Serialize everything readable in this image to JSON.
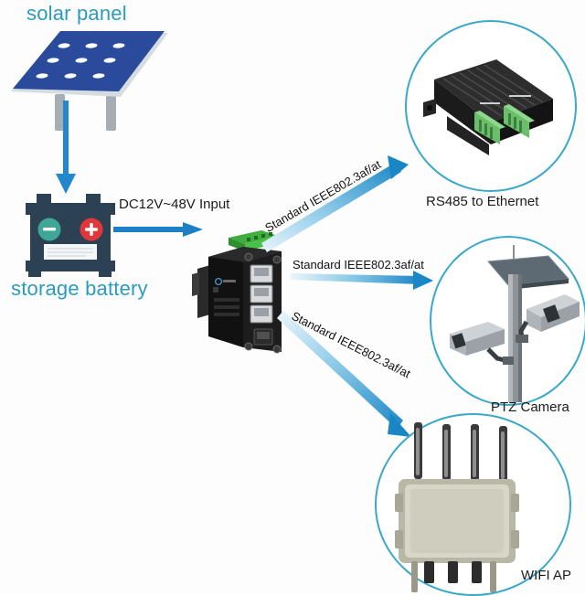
{
  "diagram": {
    "title_context": "Industrial PoE switch solar power application diagram",
    "labels": {
      "solar_panel": "solar panel",
      "storage_battery": "storage battery",
      "dc_input": "DC12V~48V Input",
      "rs485_to_ethernet": "RS485 to Ethernet",
      "ptz_camera": "PTZ Camera",
      "wifi_ap": "WIFI AP"
    },
    "connections": [
      {
        "name": "poe-to-rs485",
        "text": "Standard IEEE802.3af/at",
        "angle": -30
      },
      {
        "name": "poe-to-camera",
        "text": "Standard IEEE802.3af/at",
        "angle": 0
      },
      {
        "name": "poe-to-wifi",
        "text": "Standard IEEE802.3af/at",
        "angle": 27
      }
    ],
    "battery": {
      "minus_symbol": "−",
      "plus_symbol": "+"
    },
    "colors": {
      "caption_teal": "#2b9bbd",
      "circle_stroke": "#3aa8c8",
      "arrow_blue": "#1f7fc4",
      "arrow_blue_light": "#bfe1f2",
      "solar_panel_blue": "#2a4b9b",
      "battery_body": "#2c4254",
      "battery_plus": "#e0373b",
      "battery_minus": "#3fa795",
      "device_black": "#1a1a1a",
      "terminal_green": "#3fae3f",
      "wifi_body": "#c9c6b4",
      "camera_gray": "#b9bcbe"
    }
  }
}
